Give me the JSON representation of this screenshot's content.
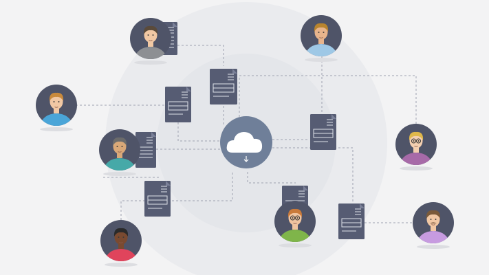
{
  "colors": {
    "background": "#f3f3f4",
    "ring_outer": "#eaebee",
    "ring_inner": "#e4e6ea",
    "avatar_circle": "#4f5468",
    "document": "#565c73",
    "document_lines": "#dfe2ea",
    "connector": "#9ea2b0",
    "cloud_hub": "#6f7f99",
    "cloud_glyph": "#ffffff"
  },
  "diagram": {
    "hub": {
      "icon": "cloud-download-icon"
    },
    "people": [
      {
        "id": "p1",
        "hair": "#5a4a3a",
        "skin": "#f1c8a4",
        "shirt": "#8d8f93",
        "accessory": "none"
      },
      {
        "id": "p2",
        "hair": "#c98a3c",
        "skin": "#f1c8a4",
        "shirt": "#4aa5d8",
        "accessory": "none"
      },
      {
        "id": "p3",
        "hair": "#6b6b6b",
        "skin": "#d9a878",
        "shirt": "#46a9a8",
        "accessory": "none"
      },
      {
        "id": "p4",
        "hair": "#2a2a2a",
        "skin": "#7a4a30",
        "shirt": "#e0445c",
        "accessory": "none"
      },
      {
        "id": "p5",
        "hair": "#b8842e",
        "skin": "#e7b48c",
        "shirt": "#9ec8e6",
        "accessory": "none"
      },
      {
        "id": "p6",
        "hair": "#e0b84a",
        "skin": "#f3cfb0",
        "shirt": "#a76aa8",
        "accessory": "glasses"
      },
      {
        "id": "p7",
        "hair": "#c97a3a",
        "skin": "#f0c4a0",
        "shirt": "#7fb54a",
        "accessory": "glasses"
      },
      {
        "id": "p8",
        "hair": "#7a5a3a",
        "skin": "#f1c8a4",
        "shirt": "#c79be0",
        "accessory": "mustache"
      }
    ],
    "documents": [
      {
        "id": "d1"
      },
      {
        "id": "d2"
      },
      {
        "id": "d3"
      },
      {
        "id": "d4"
      },
      {
        "id": "d5"
      },
      {
        "id": "d6"
      },
      {
        "id": "d7"
      },
      {
        "id": "d8"
      },
      {
        "id": "d9"
      }
    ]
  }
}
